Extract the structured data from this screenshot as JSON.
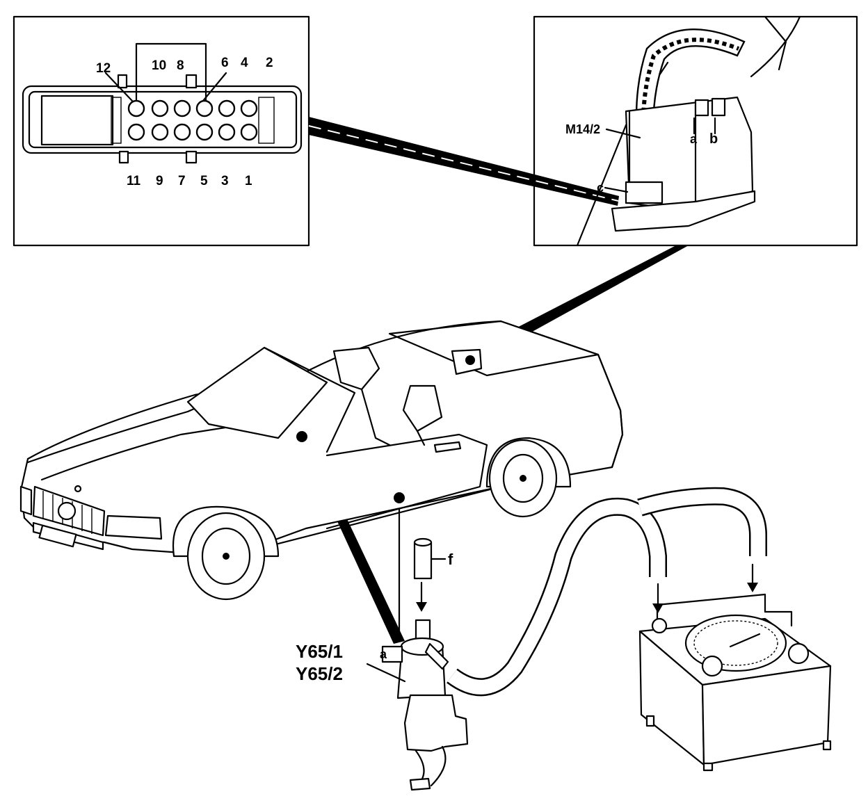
{
  "connector": {
    "top_pins": [
      "12",
      "10",
      "8",
      "6",
      "4",
      "2"
    ],
    "bottom_pins": [
      "11",
      "9",
      "7",
      "5",
      "3",
      "1"
    ]
  },
  "component_labels": {
    "module": "M14/2",
    "a": "a",
    "b": "b",
    "c": "c",
    "f": "f",
    "valve_1": "Y65/1",
    "valve_2": "Y65/2",
    "valve_a": "a"
  }
}
